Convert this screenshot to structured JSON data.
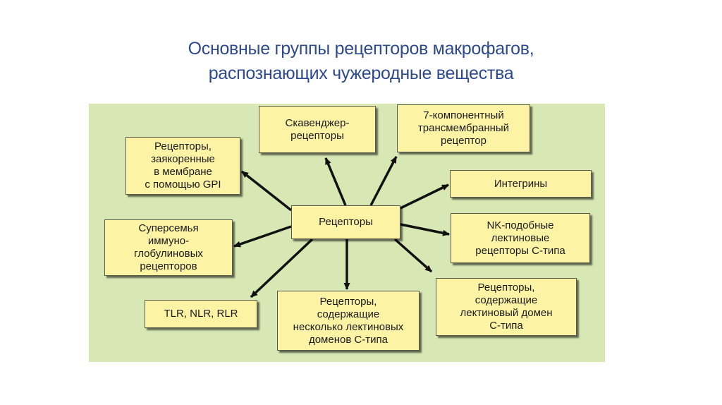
{
  "title": {
    "line1": "Основные группы рецепторов макрофагов,",
    "line2": "распознающих чужеродные вещества"
  },
  "diagram": {
    "center": {
      "lines": [
        "Рецепторы"
      ]
    },
    "nodes": {
      "scavenger": {
        "lines": [
          "Скавенджер-",
          "рецепторы"
        ]
      },
      "seven_tm": {
        "lines": [
          "7-компонентный",
          "трансмембранный",
          "рецептор"
        ]
      },
      "gpi": {
        "lines": [
          "Рецепторы,",
          "заякоренные",
          "в мембране",
          "с помощью GPI"
        ]
      },
      "integrins": {
        "lines": [
          "Интегрины"
        ]
      },
      "nk_like": {
        "lines": [
          "NK-подобные",
          "лектиновые",
          "рецепторы С-типа"
        ]
      },
      "immunoglobulin": {
        "lines": [
          "Суперсемья",
          "иммуно-",
          "глобулиновых",
          "рецепторов"
        ]
      },
      "lectin_single": {
        "lines": [
          "Рецепторы,",
          "содержащие",
          "лектиновый домен",
          "С-типа"
        ]
      },
      "tlr": {
        "lines": [
          "TLR, NLR, RLR"
        ]
      },
      "lectin_multi": {
        "lines": [
          "Рецепторы,",
          "содержащие",
          "несколько лектиновых",
          "доменов С-типа"
        ]
      }
    }
  },
  "colors": {
    "panel_background": "#d8e8b4",
    "box_fill": "#fcf3a4",
    "title_color": "#2e4a8c",
    "arrow_color": "#111111"
  }
}
